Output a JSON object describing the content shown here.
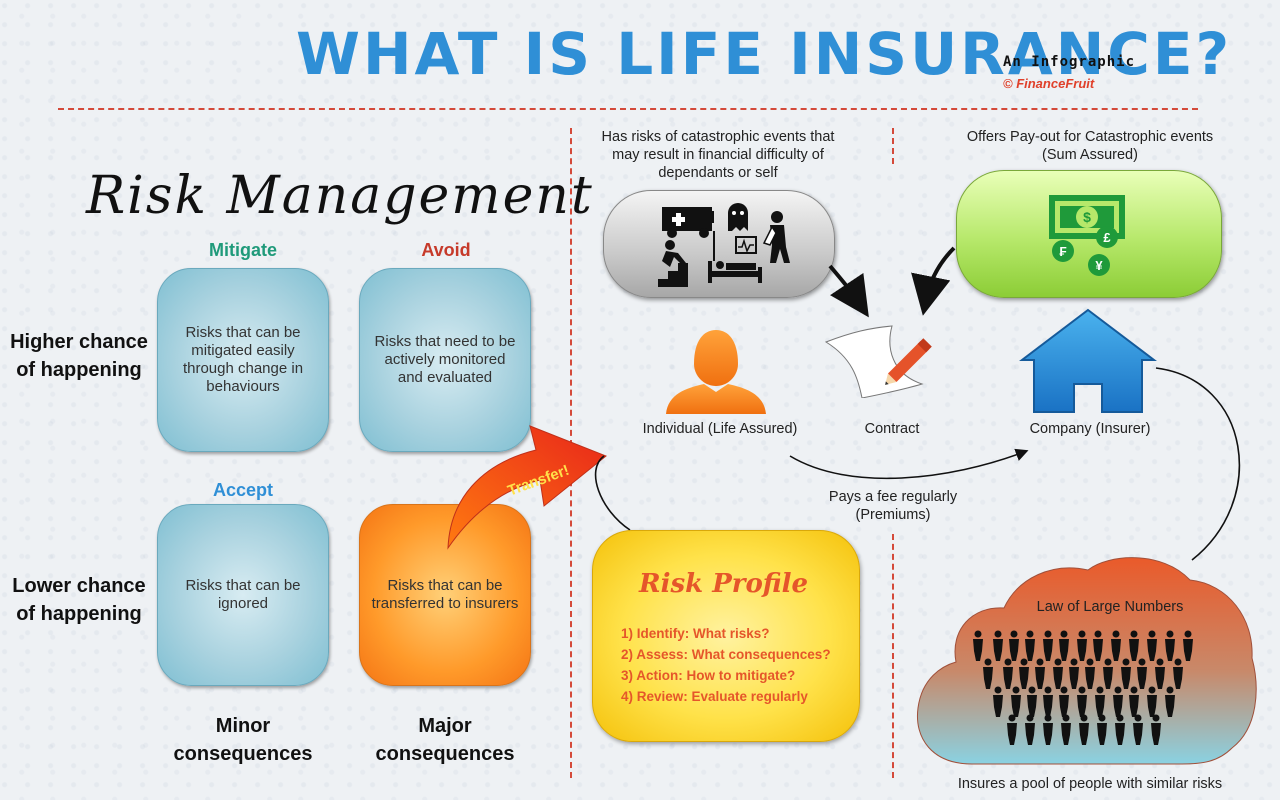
{
  "header": {
    "title": "WHAT IS LIFE INSURANCE?",
    "subtitle": "An Infographic",
    "brand": "© FinanceFruit"
  },
  "risk_management": {
    "title": "Risk Management",
    "columns": {
      "mitigate": "Mitigate",
      "avoid": "Avoid",
      "accept": "Accept"
    },
    "rows": {
      "higher": "Higher chance of happening",
      "lower": "Lower chance of happening"
    },
    "bottom": {
      "minor": "Minor consequences",
      "major": "Major consequences"
    },
    "boxes": {
      "mitigate": "Risks that can be mitigated easily through change in behaviours",
      "avoid": "Risks that need to be actively monitored and evaluated",
      "accept": "Risks that can be ignored",
      "transfer": "Risks that can be transferred to insurers"
    },
    "transfer_arrow": "Transfer!"
  },
  "flow": {
    "risk_caption": "Has risks of catastrophic events that may result in financial difficulty of dependants or self",
    "payout_caption": "Offers Pay-out for Catastrophic events (Sum Assured)",
    "individual": "Individual (Life Assured)",
    "contract": "Contract",
    "company": "Company (Insurer)",
    "premium": "Pays a fee regularly (Premiums)"
  },
  "risk_profile": {
    "title": "Risk Profile",
    "items": [
      "1) Identify: What risks?",
      "2) Assess: What consequences?",
      "3) Action: How to mitigate?",
      "4) Review: Evaluate regularly"
    ]
  },
  "pool": {
    "title": "Law of Large Numbers",
    "caption": "Insures a pool of people with similar risks"
  },
  "colors": {
    "title_blue": "#2f8fd6",
    "accent_red": "#d44a3a",
    "box_blue": "#a9d2df",
    "box_orange": "#ff9a2a",
    "risk_yellow": "#ffe24a",
    "payout_green": "#b6e86a",
    "house_blue": "#2e8fd8"
  },
  "icons": [
    "ambulance-icon",
    "ghost-icon",
    "injured-person-icon",
    "falling-stairs-icon",
    "hospital-bed-icon",
    "money-icon",
    "person-icon",
    "contract-pencil-icon",
    "house-icon",
    "crowd-icon"
  ]
}
